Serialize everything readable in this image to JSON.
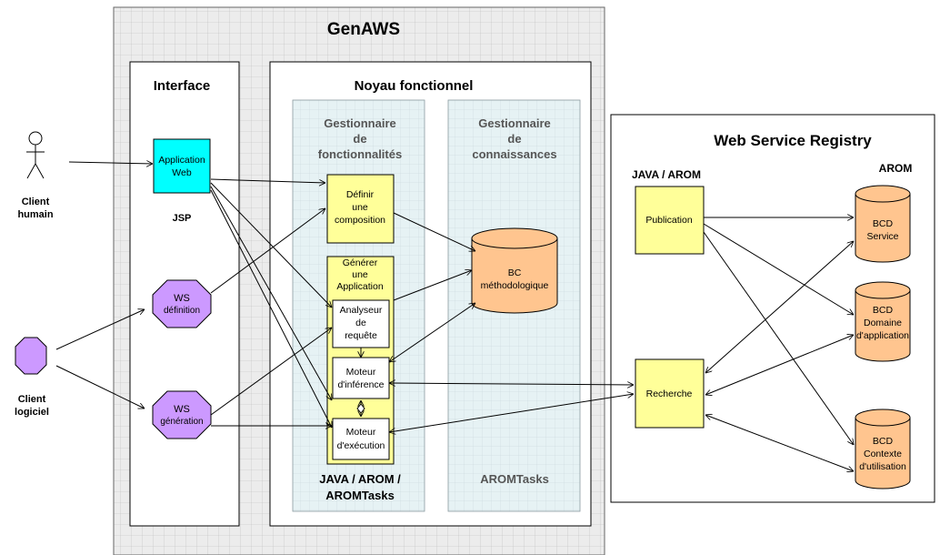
{
  "genaws": {
    "title": "GenAWS"
  },
  "interface": {
    "title": "Interface",
    "app_web": [
      "Application",
      "Web"
    ],
    "jsp": "JSP",
    "ws_definition": [
      "WS",
      "définition"
    ],
    "ws_generation": [
      "WS",
      "génération"
    ]
  },
  "noyau": {
    "title": "Noyau fonctionnel",
    "gest_fonc": [
      "Gestionnaire",
      "de",
      "fonctionnalités"
    ],
    "gest_conn": [
      "Gestionnaire",
      "de",
      "connaissances"
    ],
    "definir": [
      "Définir",
      "une",
      "composition"
    ],
    "generer": [
      "Générer",
      "une",
      "Application"
    ],
    "analyseur": [
      "Analyseur",
      "de",
      "requête"
    ],
    "moteur_inf": [
      "Moteur",
      "d'inférence"
    ],
    "moteur_exec": [
      "Moteur",
      "d'exécution"
    ],
    "bc": [
      "BC",
      "méthodologique"
    ],
    "tech_fonc": [
      "JAVA / AROM /",
      "AROMTasks"
    ],
    "tech_conn": "AROMTasks"
  },
  "actors": {
    "client_humain": [
      "Client",
      "humain"
    ],
    "client_logiciel": [
      "Client",
      "logiciel"
    ]
  },
  "registry": {
    "title": "Web Service Registry",
    "java_arom": "JAVA / AROM",
    "arom": "AROM",
    "publication": "Publication",
    "recherche": "Recherche",
    "bcd_service": [
      "BCD",
      "Service"
    ],
    "bcd_domaine": [
      "BCD",
      "Domaine",
      "d'application"
    ],
    "bcd_contexte": [
      "BCD",
      "Contexte",
      "d'utilisation"
    ]
  },
  "colors": {
    "grid_bg": "#ececec",
    "inner_grid_bg": "#e6f2f4",
    "cyan": "#00ffff",
    "yellow": "#ffff99",
    "purple": "#cc99ff",
    "orange": "#ffc58f"
  }
}
